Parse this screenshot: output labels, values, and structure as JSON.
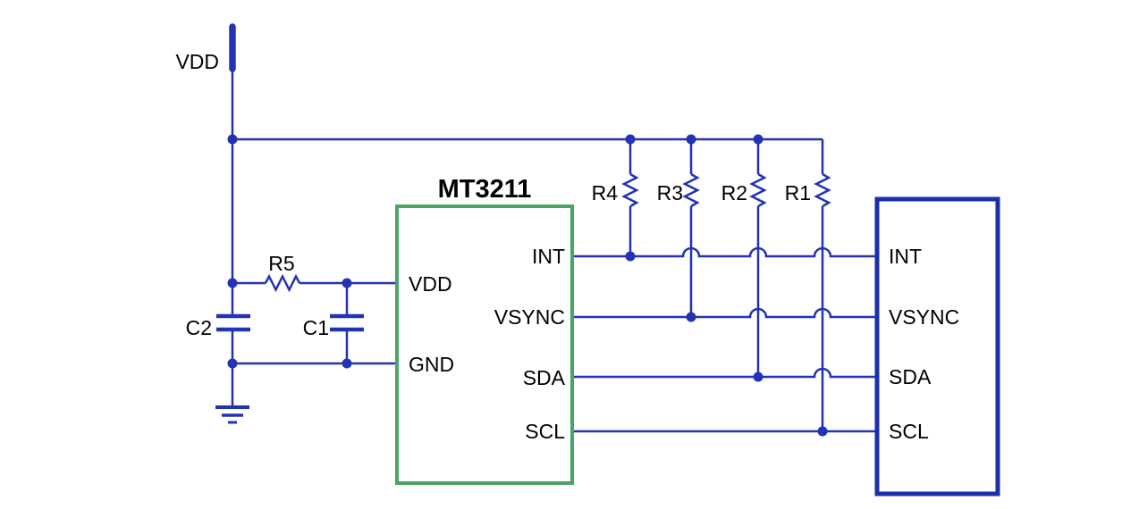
{
  "schematic": {
    "power_rail_label": "VDD",
    "chip": {
      "title": "MT3211",
      "pins": {
        "vdd": "VDD",
        "gnd": "GND",
        "int": "INT",
        "vsync": "VSYNC",
        "sda": "SDA",
        "scl": "SCL"
      }
    },
    "host": {
      "pins": {
        "int": "INT",
        "vsync": "VSYNC",
        "sda": "SDA",
        "scl": "SCL"
      }
    },
    "components": {
      "r1": "R1",
      "r2": "R2",
      "r3": "R3",
      "r4": "R4",
      "r5": "R5",
      "c1": "C1",
      "c2": "C2"
    },
    "colors": {
      "wire": "#2233b4",
      "chip_border": "#4aa564",
      "host_border": "#1b2fa8",
      "label": "#000000",
      "background": "#ffffff"
    }
  }
}
